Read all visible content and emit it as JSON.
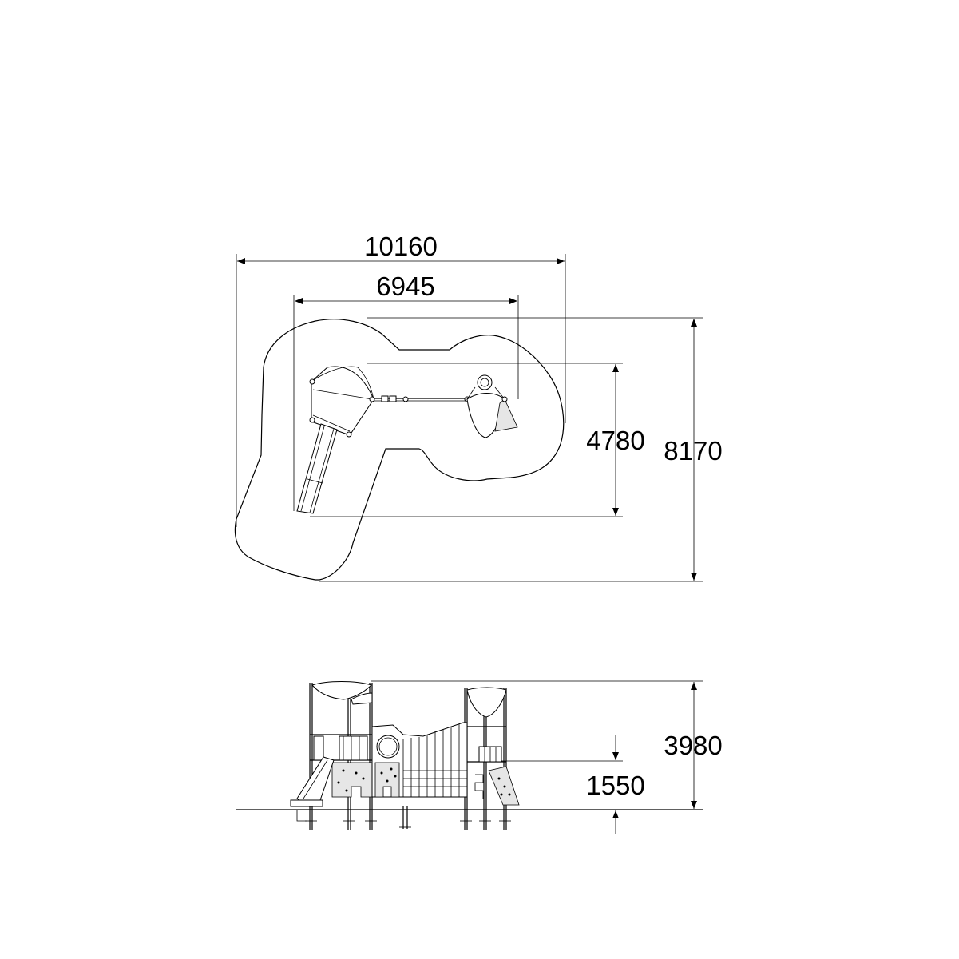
{
  "plan_view": {
    "dimensions": {
      "overall_width": "10160",
      "structure_width": "6945",
      "structure_depth": "4780",
      "overall_depth": "8170"
    }
  },
  "elevation_view": {
    "dimensions": {
      "total_height": "3980",
      "platform_height": "1550"
    }
  },
  "colors": {
    "line": "#000000",
    "background": "#ffffff"
  }
}
